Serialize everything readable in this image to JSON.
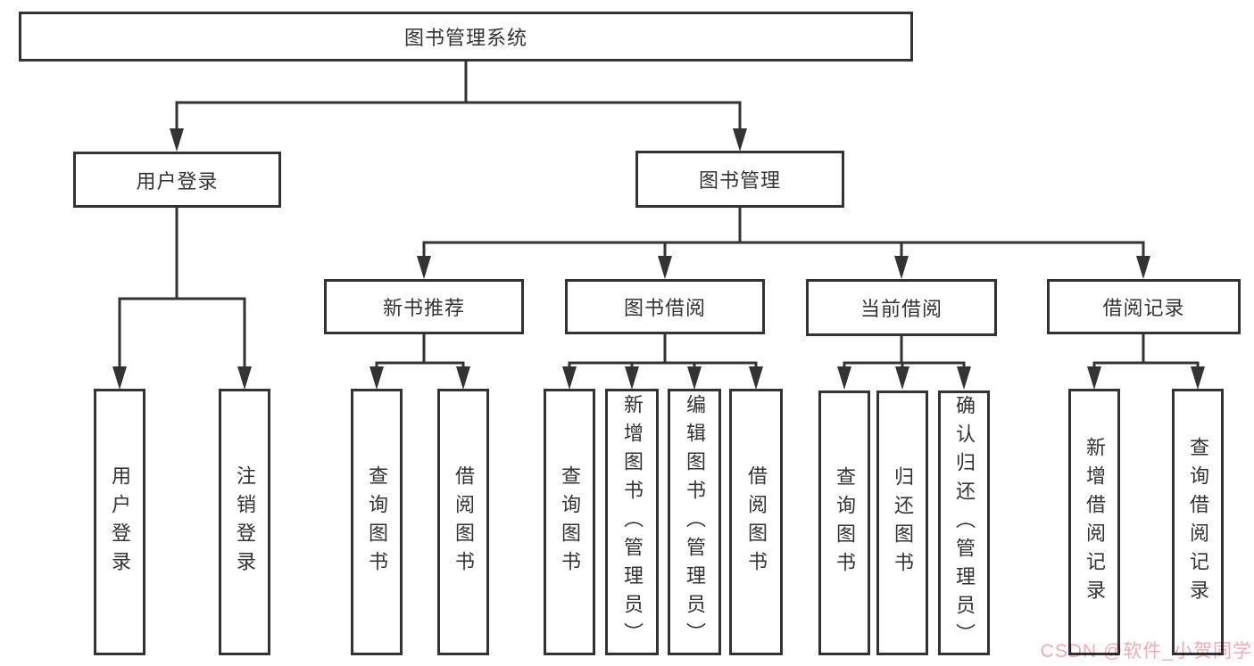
{
  "colors": {
    "line": "#333333",
    "text": "#333333",
    "box_fill": "#ffffff",
    "background": "#ffffff",
    "watermark": "#f1aab2"
  },
  "watermark": {
    "text": "CSDN @软件_小贺同学"
  },
  "root": {
    "label": "图书管理系统"
  },
  "branches": [
    {
      "label": "用户登录",
      "children": [
        {
          "label": "用户登录"
        },
        {
          "label": "注销登录"
        }
      ]
    },
    {
      "label": "图书管理",
      "children": [
        {
          "label": "新书推荐",
          "children": [
            {
              "label": "查询图书"
            },
            {
              "label": "借阅图书"
            }
          ]
        },
        {
          "label": "图书借阅",
          "children": [
            {
              "label": "查询图书"
            },
            {
              "label": "新增图书（管理员）"
            },
            {
              "label": "编辑图书（管理员）"
            },
            {
              "label": "借阅图书"
            }
          ]
        },
        {
          "label": "当前借阅",
          "children": [
            {
              "label": "查询图书"
            },
            {
              "label": "归还图书"
            },
            {
              "label": "确认归还（管理员）"
            }
          ]
        },
        {
          "label": "借阅记录",
          "children": [
            {
              "label": "新增借阅记录"
            },
            {
              "label": "查询借阅记录"
            }
          ]
        }
      ]
    }
  ]
}
